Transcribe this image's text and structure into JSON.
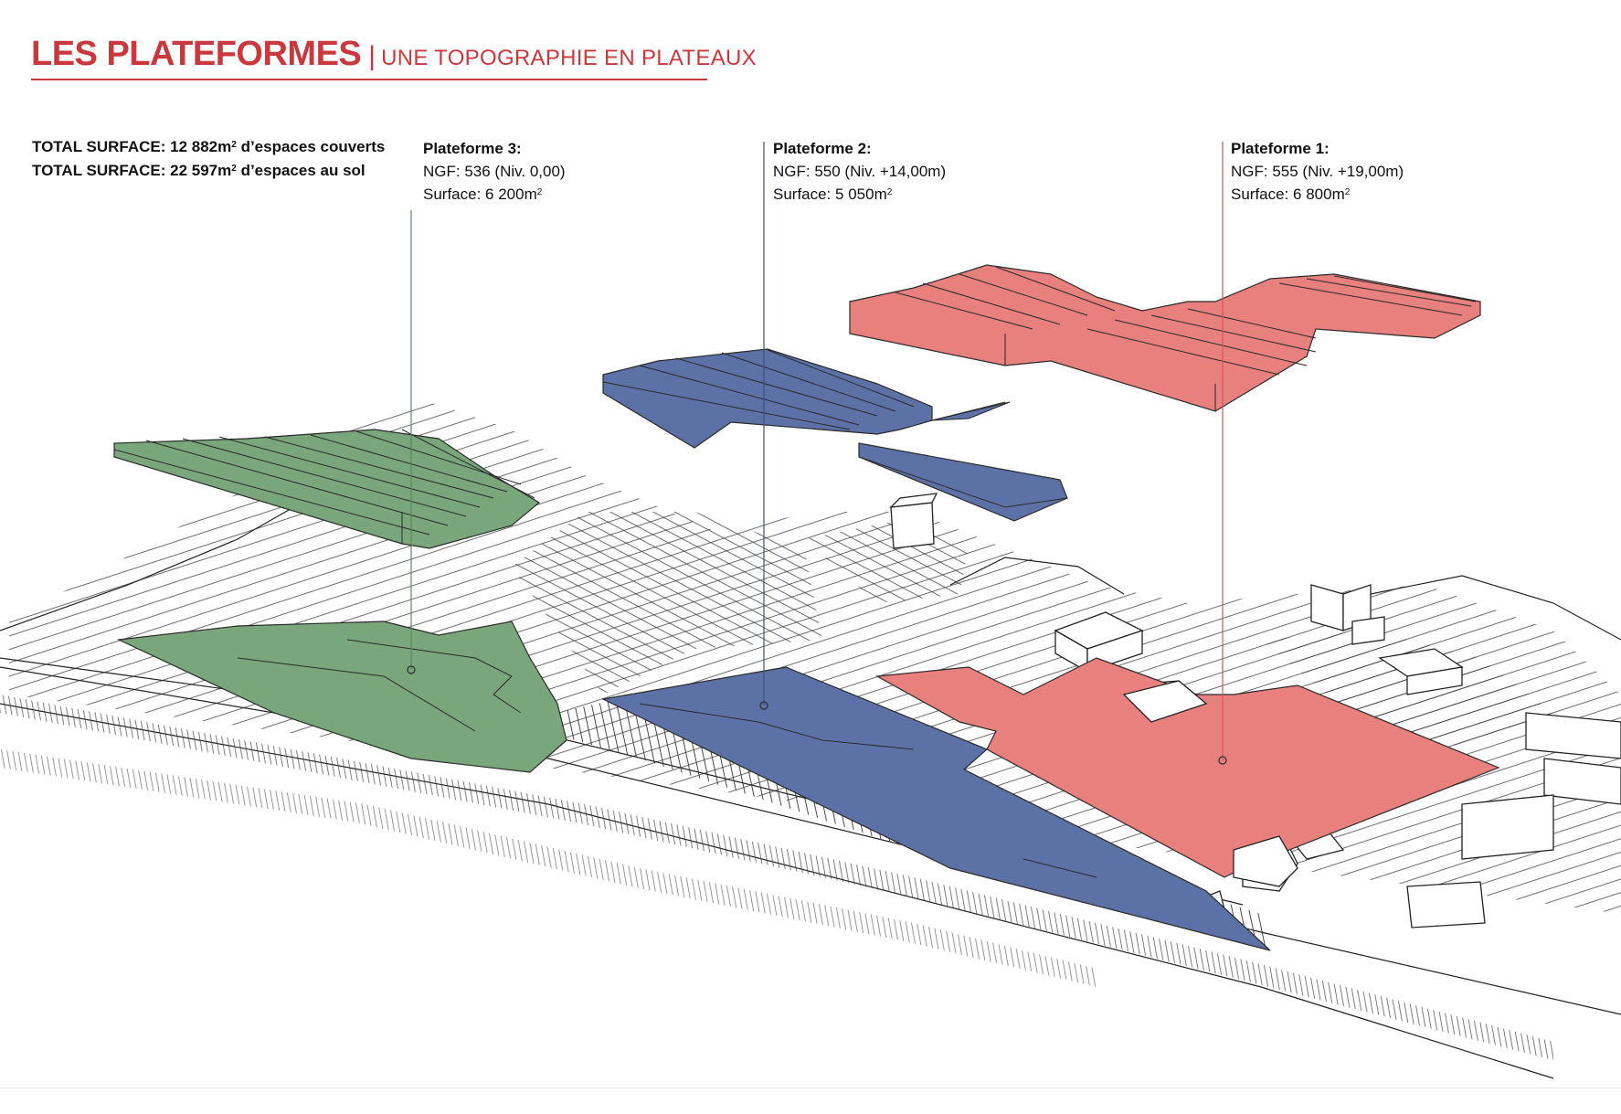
{
  "title": {
    "main": "LES PLATEFORMES",
    "separator": "|",
    "subtitle": "UNE TOPOGRAPHIE EN PLATEAUX"
  },
  "totals": {
    "line1": {
      "label": "TOTAL SURFACE:",
      "value": "12 882m",
      "sup": "2",
      "suffix": "d’espaces couverts"
    },
    "line2": {
      "label": "TOTAL SURFACE:",
      "value": "22 597m",
      "sup": "2",
      "suffix": "d’espaces au sol"
    }
  },
  "platforms": [
    {
      "name": "Plateforme 3:",
      "ngf": "NGF: 536 (Niv. 0,00)",
      "surface": "Surface: 6 200m",
      "surface_sup": "2",
      "color": "#7aa67c"
    },
    {
      "name": "Plateforme 2:",
      "ngf": "NGF: 550 (Niv. +14,00m)",
      "surface": "Surface: 5 050m",
      "surface_sup": "2",
      "color": "#5c72a6"
    },
    {
      "name": "Plateforme 1:",
      "ngf": "NGF: 555 (Niv. +19,00m)",
      "surface": "Surface: 6 800m",
      "surface_sup": "2",
      "color": "#e8807e"
    }
  ],
  "colors": {
    "accent": "#c8383c",
    "green": "#7aa67c",
    "blue": "#5c72a6",
    "red": "#e8807e",
    "line": "#2a2a2a"
  }
}
